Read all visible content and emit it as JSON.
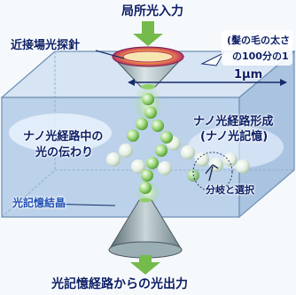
{
  "labels": {
    "input": "局所光入力",
    "probe": "近接場光探針",
    "hair_line1": "(髪の毛の太さ",
    "hair_line2": "の100分の1",
    "scale": "1μm",
    "formation_line1": "ナノ光経路形成",
    "formation_line2": "(ナノ光記憶)",
    "propagation_line1": "ナノ光経路中の",
    "propagation_line2": "光の伝わり",
    "branch": "分岐と選択",
    "crystal": "光記憶結晶",
    "output": "光記憶経路からの光出力"
  },
  "colors": {
    "crystal_fill": "#bcd2ea",
    "crystal_edge": "#6f8fb5",
    "arrow_green": "#74bb4c",
    "sphere_green": "#8fcf6a",
    "probe_ring": "#c0306a",
    "probe_glow": "#f0a23a",
    "label_dark": "#0c1f66",
    "label_blue": "#1f4fb4"
  }
}
